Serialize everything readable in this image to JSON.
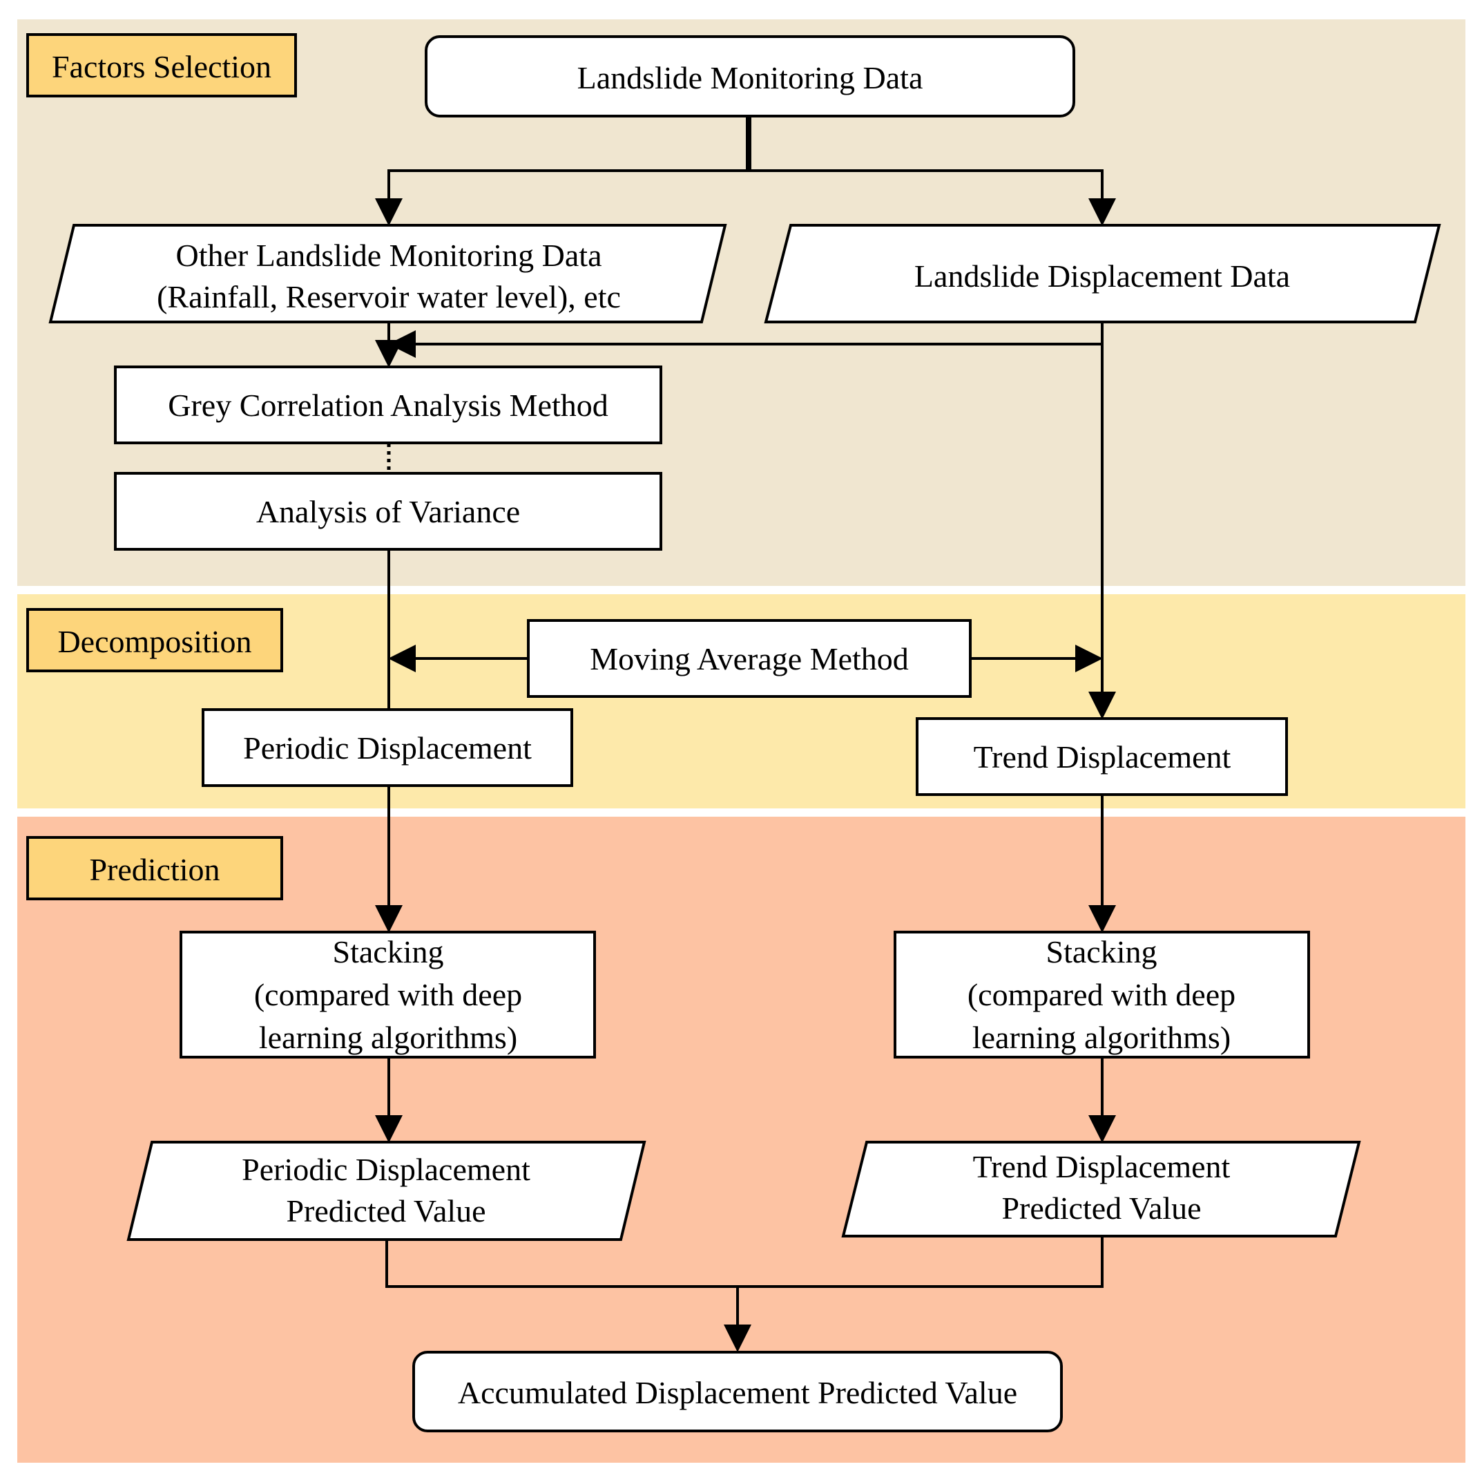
{
  "colors": {
    "factors_band": "#f0e6d0",
    "decomposition_band": "#fde9aa",
    "prediction_band": "#fdc3a3",
    "stage_label_fill": "#fdd57b",
    "box_fill": "#ffffff",
    "stroke": "#000000"
  },
  "stages": {
    "factors": "Factors Selection",
    "decomposition": "Decomposition",
    "prediction": "Prediction"
  },
  "nodes": {
    "monitoring_data": "Landslide Monitoring Data",
    "other_data": [
      "Other Landslide Monitoring Data",
      "(Rainfall, Reservoir water level), etc"
    ],
    "displacement_data": "Landslide Displacement Data",
    "grey_correlation": "Grey Correlation Analysis Method",
    "anova": "Analysis of Variance",
    "moving_average": "Moving Average Method",
    "periodic_displacement": "Periodic Displacement",
    "trend_displacement": "Trend Displacement",
    "stacking_periodic": [
      "Stacking",
      "(compared with deep",
      "learning algorithms)"
    ],
    "stacking_trend": [
      "Stacking",
      "(compared with deep",
      "learning algorithms)"
    ],
    "periodic_predicted": [
      "Periodic Displacement",
      "Predicted Value"
    ],
    "trend_predicted": [
      "Trend Displacement",
      "Predicted Value"
    ],
    "accumulated": "Accumulated Displacement Predicted Value"
  }
}
